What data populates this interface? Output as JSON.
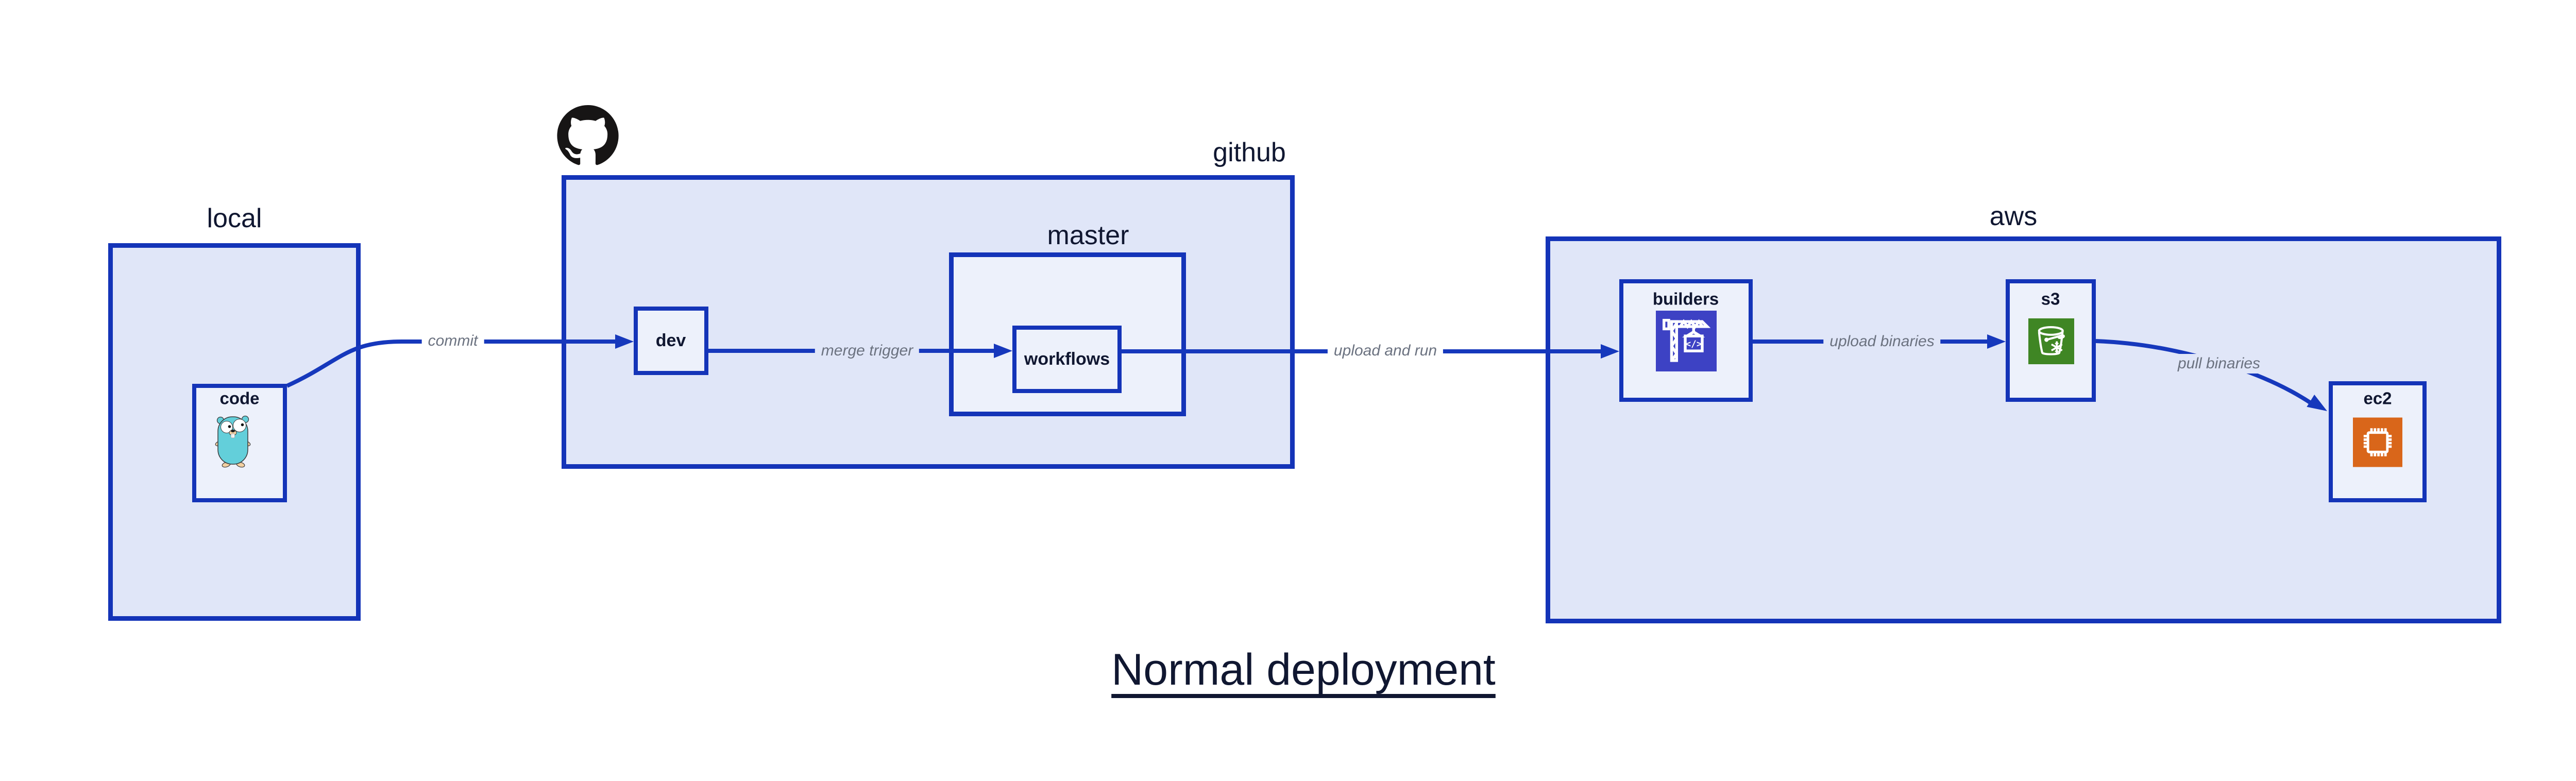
{
  "title": "Normal deployment",
  "groups": {
    "local": {
      "label": "local"
    },
    "github": {
      "label": "github"
    },
    "master": {
      "label": "master"
    },
    "aws": {
      "label": "aws"
    }
  },
  "nodes": {
    "code": {
      "label": "code",
      "icon": "go-gopher-icon"
    },
    "dev": {
      "label": "dev"
    },
    "workflows": {
      "label": "workflows"
    },
    "builders": {
      "label": "builders",
      "icon": "codebuild-crane-icon"
    },
    "s3": {
      "label": "s3",
      "icon": "s3-glacier-bucket-icon"
    },
    "ec2": {
      "label": "ec2",
      "icon": "ec2-chip-icon"
    }
  },
  "edges": {
    "commit": {
      "label": "commit",
      "from": "code",
      "to": "dev"
    },
    "merge_trigger": {
      "label": "merge trigger",
      "from": "dev",
      "to": "workflows"
    },
    "upload_and_run": {
      "label": "upload and run",
      "from": "workflows",
      "to": "builders"
    },
    "upload_binaries": {
      "label": "upload binaries",
      "from": "builders",
      "to": "s3"
    },
    "pull_binaries": {
      "label": "pull binaries",
      "from": "s3",
      "to": "ec2"
    }
  },
  "icons": {
    "github_logo": "github-octocat-icon"
  },
  "colors": {
    "border_blue": "#1434b8",
    "arrow_blue": "#1638bc",
    "group_fill": "#e0e6f8",
    "node_fill": "#edf1fb",
    "dark_text": "#101731",
    "edge_label_gray": "#6b7280",
    "codebuild_bg": "#3d42c4",
    "s3_glacier_bg": "#3f8624",
    "ec2_bg": "#d9661a",
    "github_black": "#171515",
    "gopher_teal": "#63cfda",
    "gopher_beige": "#f2cfa0"
  }
}
